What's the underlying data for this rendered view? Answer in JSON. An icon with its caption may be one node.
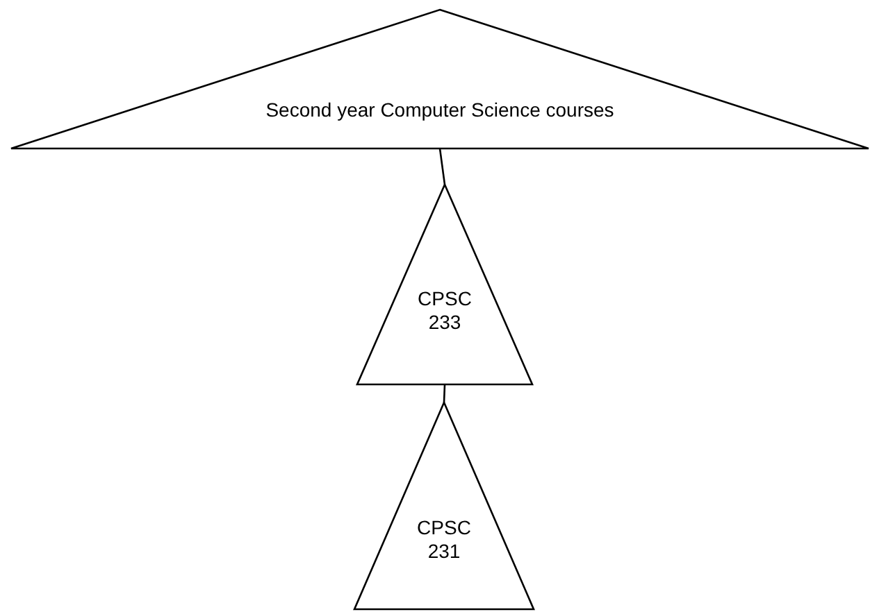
{
  "diagram": {
    "nodes": [
      {
        "text": [
          "Second year Computer Science courses"
        ]
      },
      {
        "text": [
          "CPSC 233"
        ]
      },
      {
        "text": [
          "CPSC 231"
        ]
      }
    ],
    "edges": [
      {
        "from": 0,
        "to": 1,
        "arrow": "none"
      },
      {
        "from": 1,
        "to": 2,
        "arrow": "none"
      }
    ]
  }
}
